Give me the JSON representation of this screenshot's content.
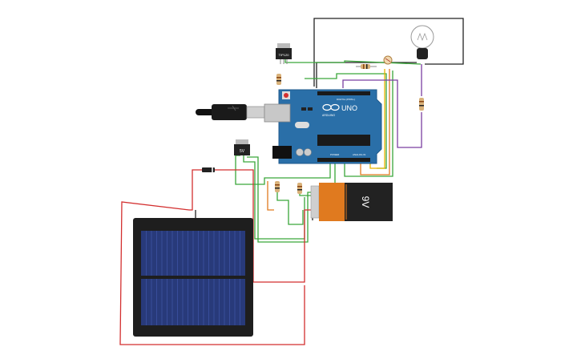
{
  "canvas": {
    "background": "#ffffff"
  },
  "arduino": {
    "board_label": "UNO",
    "brand_label": "ARDUINO",
    "digital_label": "DIGITAL (PWM~)",
    "power_label": "POWER",
    "analog_label": "ANALOG IN",
    "board_color": "#2a6fa8"
  },
  "battery": {
    "label": "9V",
    "top_color": "#e07a1f",
    "body_color": "#222222"
  },
  "transistor_top": {
    "label": "TIP120"
  },
  "transistor_left": {
    "label": "5V"
  },
  "components": {
    "solar_panel": "solar-panel",
    "light_bulb": "light-bulb",
    "photoresistor": "photoresistor",
    "usb_cable": "usb-cable"
  },
  "wire_colors": {
    "red": "#d32f2f",
    "black": "#222222",
    "green": "#3aa63a",
    "yellow": "#e8b400",
    "orange": "#e07a1f",
    "purple": "#7b3fa0"
  }
}
